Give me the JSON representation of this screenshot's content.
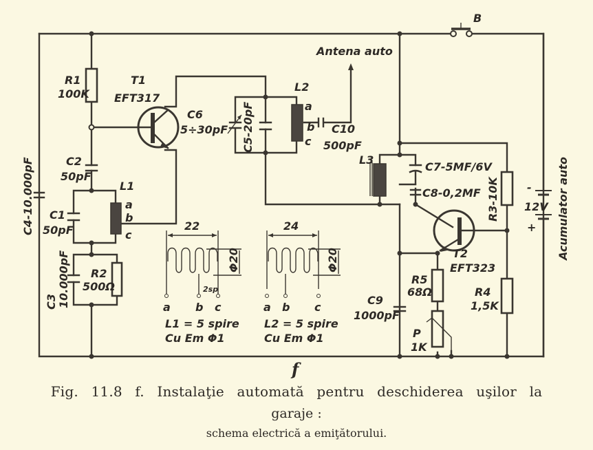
{
  "figure": {
    "letter": "f",
    "caption_line1": "Fig. 11.8 f. Instalaţie automată pentru deschiderea uşilor la",
    "caption_line2": "garaje :",
    "caption_line3": "schema electrică a emiţătorului."
  },
  "components": {
    "R1": {
      "name": "R1",
      "value": "100K"
    },
    "T1": {
      "name": "T1",
      "value": "EFT317"
    },
    "C6": {
      "name": "C6",
      "value": "5÷30pF"
    },
    "C5": {
      "label": "C5-20pF"
    },
    "L2": {
      "name": "L2",
      "taps": [
        "a",
        "b",
        "c"
      ]
    },
    "L1": {
      "name": "L1",
      "taps": [
        "a",
        "b",
        "c"
      ]
    },
    "C2": {
      "name": "C2",
      "value": "50pF"
    },
    "C1": {
      "name": "C1",
      "value": "50pF"
    },
    "C3": {
      "name": "C3",
      "value": "10.000pF"
    },
    "C4": {
      "label": "C4-10.000pF"
    },
    "R2": {
      "name": "R2",
      "value": "500Ω"
    },
    "C10": {
      "name": "C10",
      "value": "500pF"
    },
    "antenna": {
      "label": "Antena auto"
    },
    "B": {
      "name": "B"
    },
    "L3": {
      "name": "L3"
    },
    "C7": {
      "label": "C7-5MF/6V"
    },
    "C8": {
      "label": "C8-0,2MF"
    },
    "R3": {
      "label": "R3-10K"
    },
    "T2": {
      "name": "T2",
      "value": "EFT323"
    },
    "R5": {
      "name": "R5",
      "value": "68Ω"
    },
    "P": {
      "name": "P",
      "value": "1K"
    },
    "R4": {
      "name": "R4",
      "value": "1,5K"
    },
    "C9": {
      "name": "C9",
      "value": "1000pF"
    },
    "battery": {
      "voltage": "12V",
      "minus": "-",
      "plus": "+",
      "label": "Acumulator auto"
    }
  },
  "coils": [
    {
      "length": "22",
      "diameter": "Φ20",
      "tap_note": "2sp",
      "taps": [
        "a",
        "b",
        "c"
      ],
      "spec1": "L1 = 5 spire",
      "spec2": "Cu Em Φ1"
    },
    {
      "length": "24",
      "diameter": "Φ20",
      "taps": [
        "a",
        "b",
        "c"
      ],
      "spec1": "L2 = 5 spire",
      "spec2": "Cu Em Φ1"
    }
  ]
}
